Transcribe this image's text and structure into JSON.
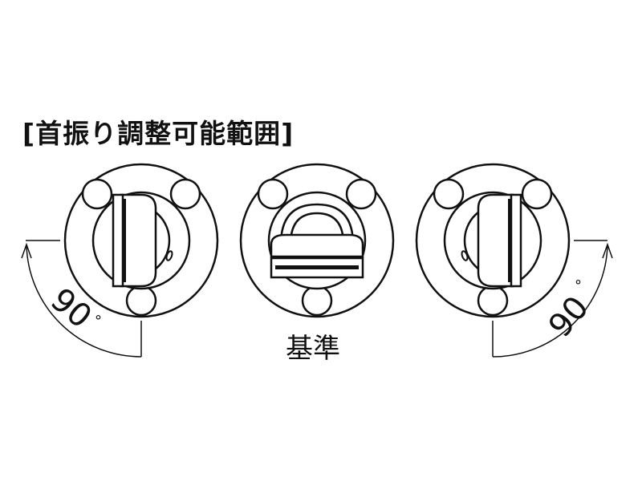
{
  "title": "[首振り調整可能範囲]",
  "positions": [
    {
      "id": "left",
      "rotation_label": "90",
      "degree_symbol": "°",
      "direction": "counterclockwise"
    },
    {
      "id": "center",
      "label": "基準"
    },
    {
      "id": "right",
      "rotation_label": "90",
      "degree_symbol": "°",
      "direction": "clockwise"
    }
  ],
  "colors": {
    "line": "#111111",
    "background": "#ffffff"
  }
}
